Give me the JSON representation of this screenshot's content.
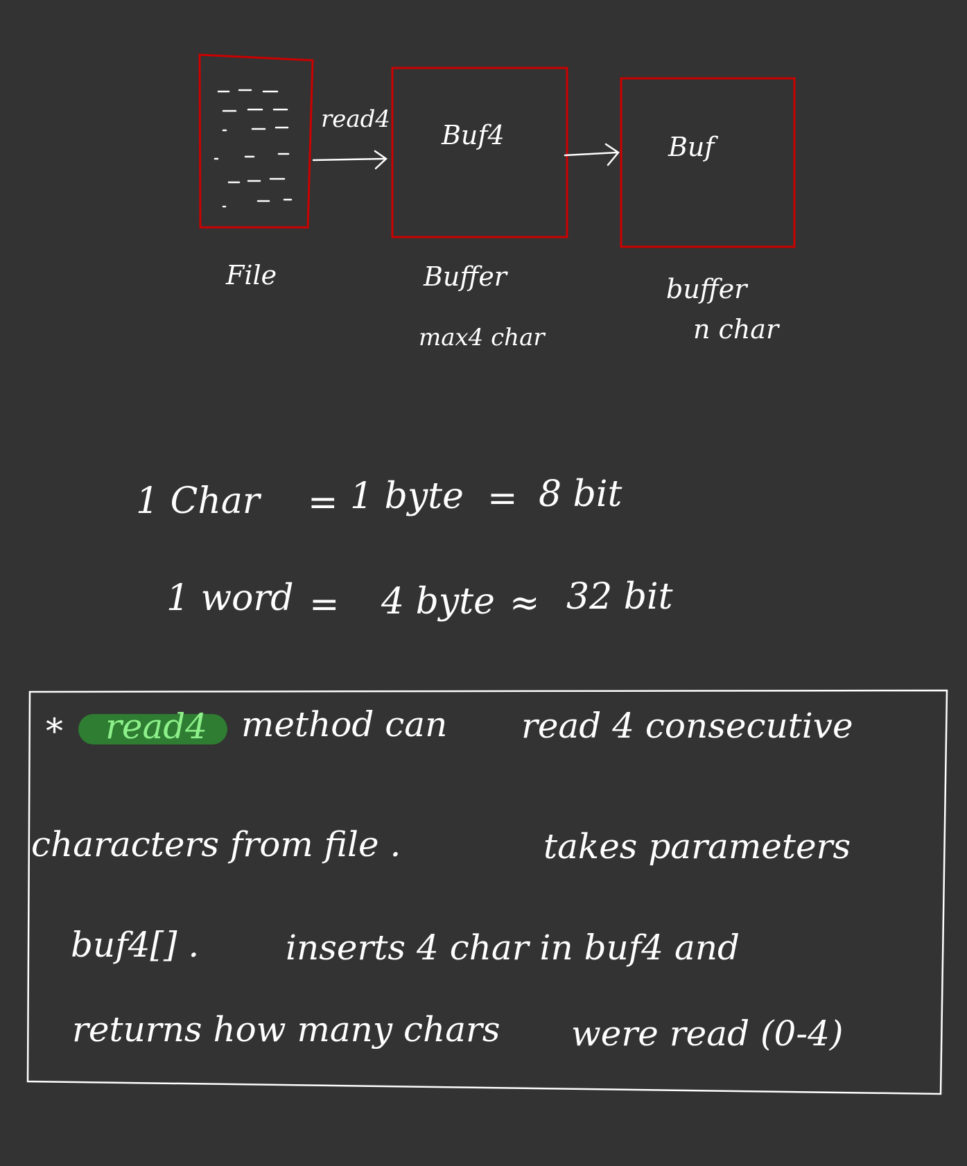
{
  "diagram": {
    "file_label": "File",
    "read4_label": "read4",
    "buf4_box_label": "Buf4",
    "buffer_label": "Buffer",
    "buffer_caption": "max4 char",
    "buf_box_label": "Buf",
    "buffer2_label": "buffer",
    "buffer2_caption": "n char"
  },
  "equations": {
    "line1_char": "1 Char",
    "line1_byte": "1 byte",
    "line1_bit": "8 bit",
    "line2_word": "1 word",
    "line2_bytes": "4 byte",
    "line2_bits": "32 bit",
    "equals": "=",
    "approx": "≈"
  },
  "note": {
    "star": "*",
    "highlight": "read4",
    "line1_rest_a": "method can",
    "line1_rest_b": "read 4 consecutive",
    "line2_a": "characters from file .",
    "line2_b": "takes parameters",
    "line3_a": "buf4[] .",
    "line3_b": "inserts 4 char in buf4 and",
    "line4_a": "returns how many chars",
    "line4_b": "were read (0-4)"
  },
  "colors": {
    "background": "#333333",
    "box_stroke": "#cc0000",
    "ink": "#ffffff",
    "highlight_fill": "#2e7d32",
    "highlight_text": "#8ef08a"
  }
}
